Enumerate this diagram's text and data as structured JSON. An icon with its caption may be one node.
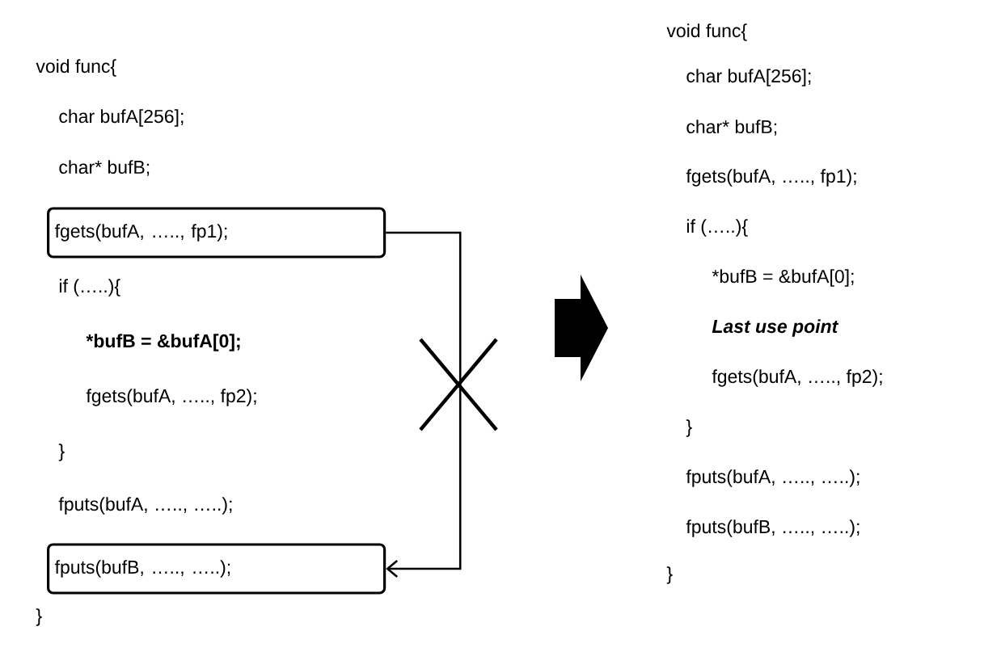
{
  "diagram": {
    "nodes": [
      {
        "text": [
          "fgets(bufA, ….., fp1);"
        ]
      },
      {
        "text": [
          "fputs(bufB, ….., …..);"
        ]
      }
    ],
    "edges": [
      {
        "from": 0,
        "to": 1,
        "arrow": "to"
      }
    ],
    "labels": [
      "void func{",
      "char bufA[256];",
      "char* bufB;",
      "if (…..){",
      "*bufB  =  &bufA[0];",
      "fgets(bufA, ….., fp2);",
      "}",
      "fputs(bufA, ….., …..);",
      "}",
      "void func{",
      "char bufA[256];",
      "char* bufB;",
      "fgets(bufA, ….., fp1);",
      "if (…..){",
      "*bufB  =  &bufA[0];",
      "Last use point",
      "fgets(bufA, ….., fp2);",
      "}",
      "fputs(bufA, ….., …..);",
      "fputs(bufB, ….., …..);",
      "}"
    ]
  }
}
